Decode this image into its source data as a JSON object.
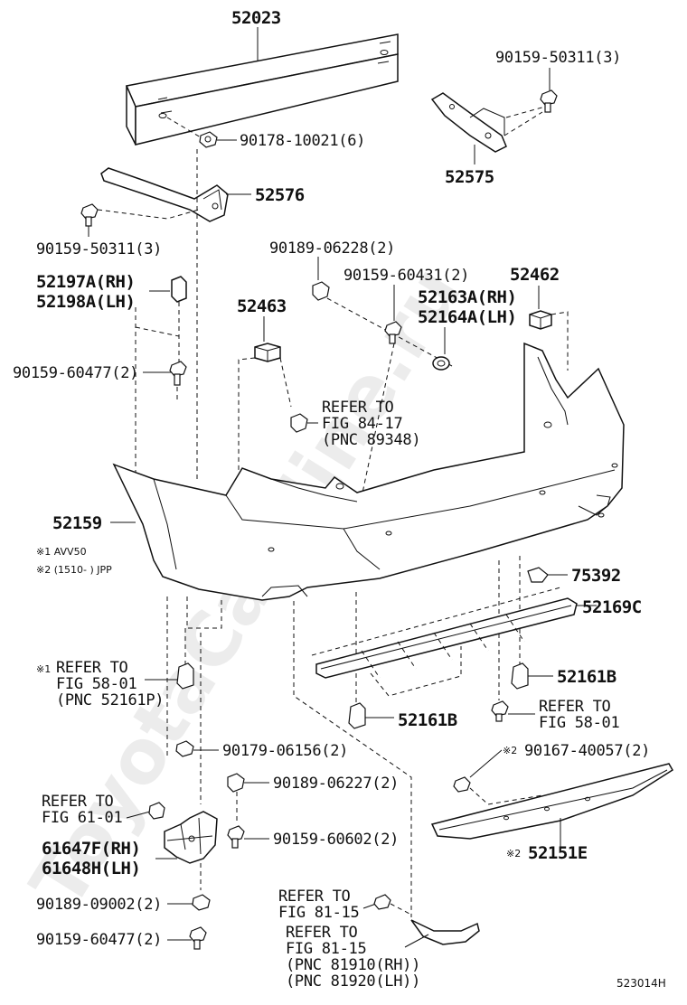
{
  "diagram_id": "523014H",
  "watermark": "ToyotaCarMine.ru",
  "notes": {
    "note1": "※1  AVV50",
    "note2": "※2 (1510-       ) JPP"
  },
  "labels": {
    "p52023": "52023",
    "p90178_10021": "90178-10021(6)",
    "p90159_50311_top": "90159-50311(3)",
    "p52575": "52575",
    "p52576": "52576",
    "p90159_50311_left": "90159-50311(3)",
    "p90189_06228": "90189-06228(2)",
    "p90159_60431": "90159-60431(2)",
    "p52462": "52462",
    "p52197A": "52197A(RH)",
    "p52198A": "52198A(LH)",
    "p52463": "52463",
    "p52163A": "52163A(RH)",
    "p52164A": "52164A(LH)",
    "p90159_60477_top": "90159-60477(2)",
    "refer_84_line1": "REFER TO",
    "refer_84_line2": "FIG 84-17",
    "refer_84_line3": "(PNC 89348)",
    "p52159": "52159",
    "p75392": "75392",
    "p52169C": "52169C",
    "refer_58_left_mark": "※1",
    "refer_58_left_line1": "REFER TO",
    "refer_58_left_line2": "FIG 58-01",
    "refer_58_left_line3": "(PNC 52161P)",
    "p52161B_right": "52161B",
    "p52161B_mid": "52161B",
    "refer_58_right_line1": "REFER TO",
    "refer_58_right_line2": "FIG 58-01",
    "p90179_06156": "90179-06156(2)",
    "p90167_40057_mark": "※2",
    "p90167_40057": "90167-40057(2)",
    "p90189_06227": "90189-06227(2)",
    "refer_61_line1": "REFER TO",
    "refer_61_line2": "FIG 61-01",
    "p90159_60602": "90159-60602(2)",
    "p61647F": "61647F(RH)",
    "p61648H": "61648H(LH)",
    "p52151E_mark": "※2",
    "p52151E": "52151E",
    "p90189_09002": "90189-09002(2)",
    "refer_81a_line1": "REFER TO",
    "refer_81a_line2": "FIG 81-15",
    "p90159_60477_bottom": "90159-60477(2)",
    "refer_81b_line1": "REFER TO",
    "refer_81b_line2": "FIG 81-15",
    "refer_81b_line3": "(PNC 81910(RH))",
    "refer_81b_line4": "(PNC 81920(LH))"
  }
}
